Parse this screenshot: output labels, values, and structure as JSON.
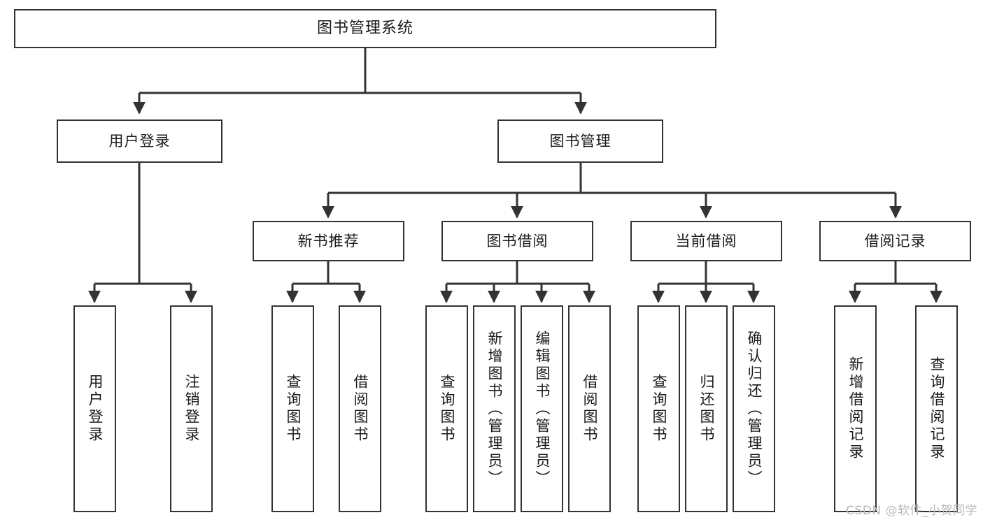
{
  "diagram": {
    "title": "图书管理系统",
    "type": "functional-structure-tree",
    "background_color": "#ffffff",
    "line_color": "#333333",
    "box_border_color": "#333333",
    "box_fill_color": "#ffffff",
    "text_color": "#1a1a1a"
  },
  "root": {
    "label": "图书管理系统"
  },
  "level2": [
    {
      "label": "用户登录"
    },
    {
      "label": "图书管理"
    }
  ],
  "level3": [
    {
      "label": "新书推荐"
    },
    {
      "label": "图书借阅"
    },
    {
      "label": "当前借阅"
    },
    {
      "label": "借阅记录"
    }
  ],
  "leaves": {
    "user_login": [
      {
        "label": "用户登录"
      },
      {
        "label": "注销登录"
      }
    ],
    "new_book_recommend": [
      {
        "label": "查询图书"
      },
      {
        "label": "借阅图书"
      }
    ],
    "book_borrow": [
      {
        "label": "查询图书"
      },
      {
        "label": "新增图书（管理员）"
      },
      {
        "label": "编辑图书（管理员）"
      },
      {
        "label": "借阅图书"
      }
    ],
    "current_borrow": [
      {
        "label": "查询图书"
      },
      {
        "label": "归还图书"
      },
      {
        "label": "确认归还（管理员）"
      }
    ],
    "borrow_records": [
      {
        "label": "新增借阅记录"
      },
      {
        "label": "查询借阅记录"
      }
    ]
  },
  "watermark": {
    "text": "CSDN @软件_小贺同学"
  }
}
